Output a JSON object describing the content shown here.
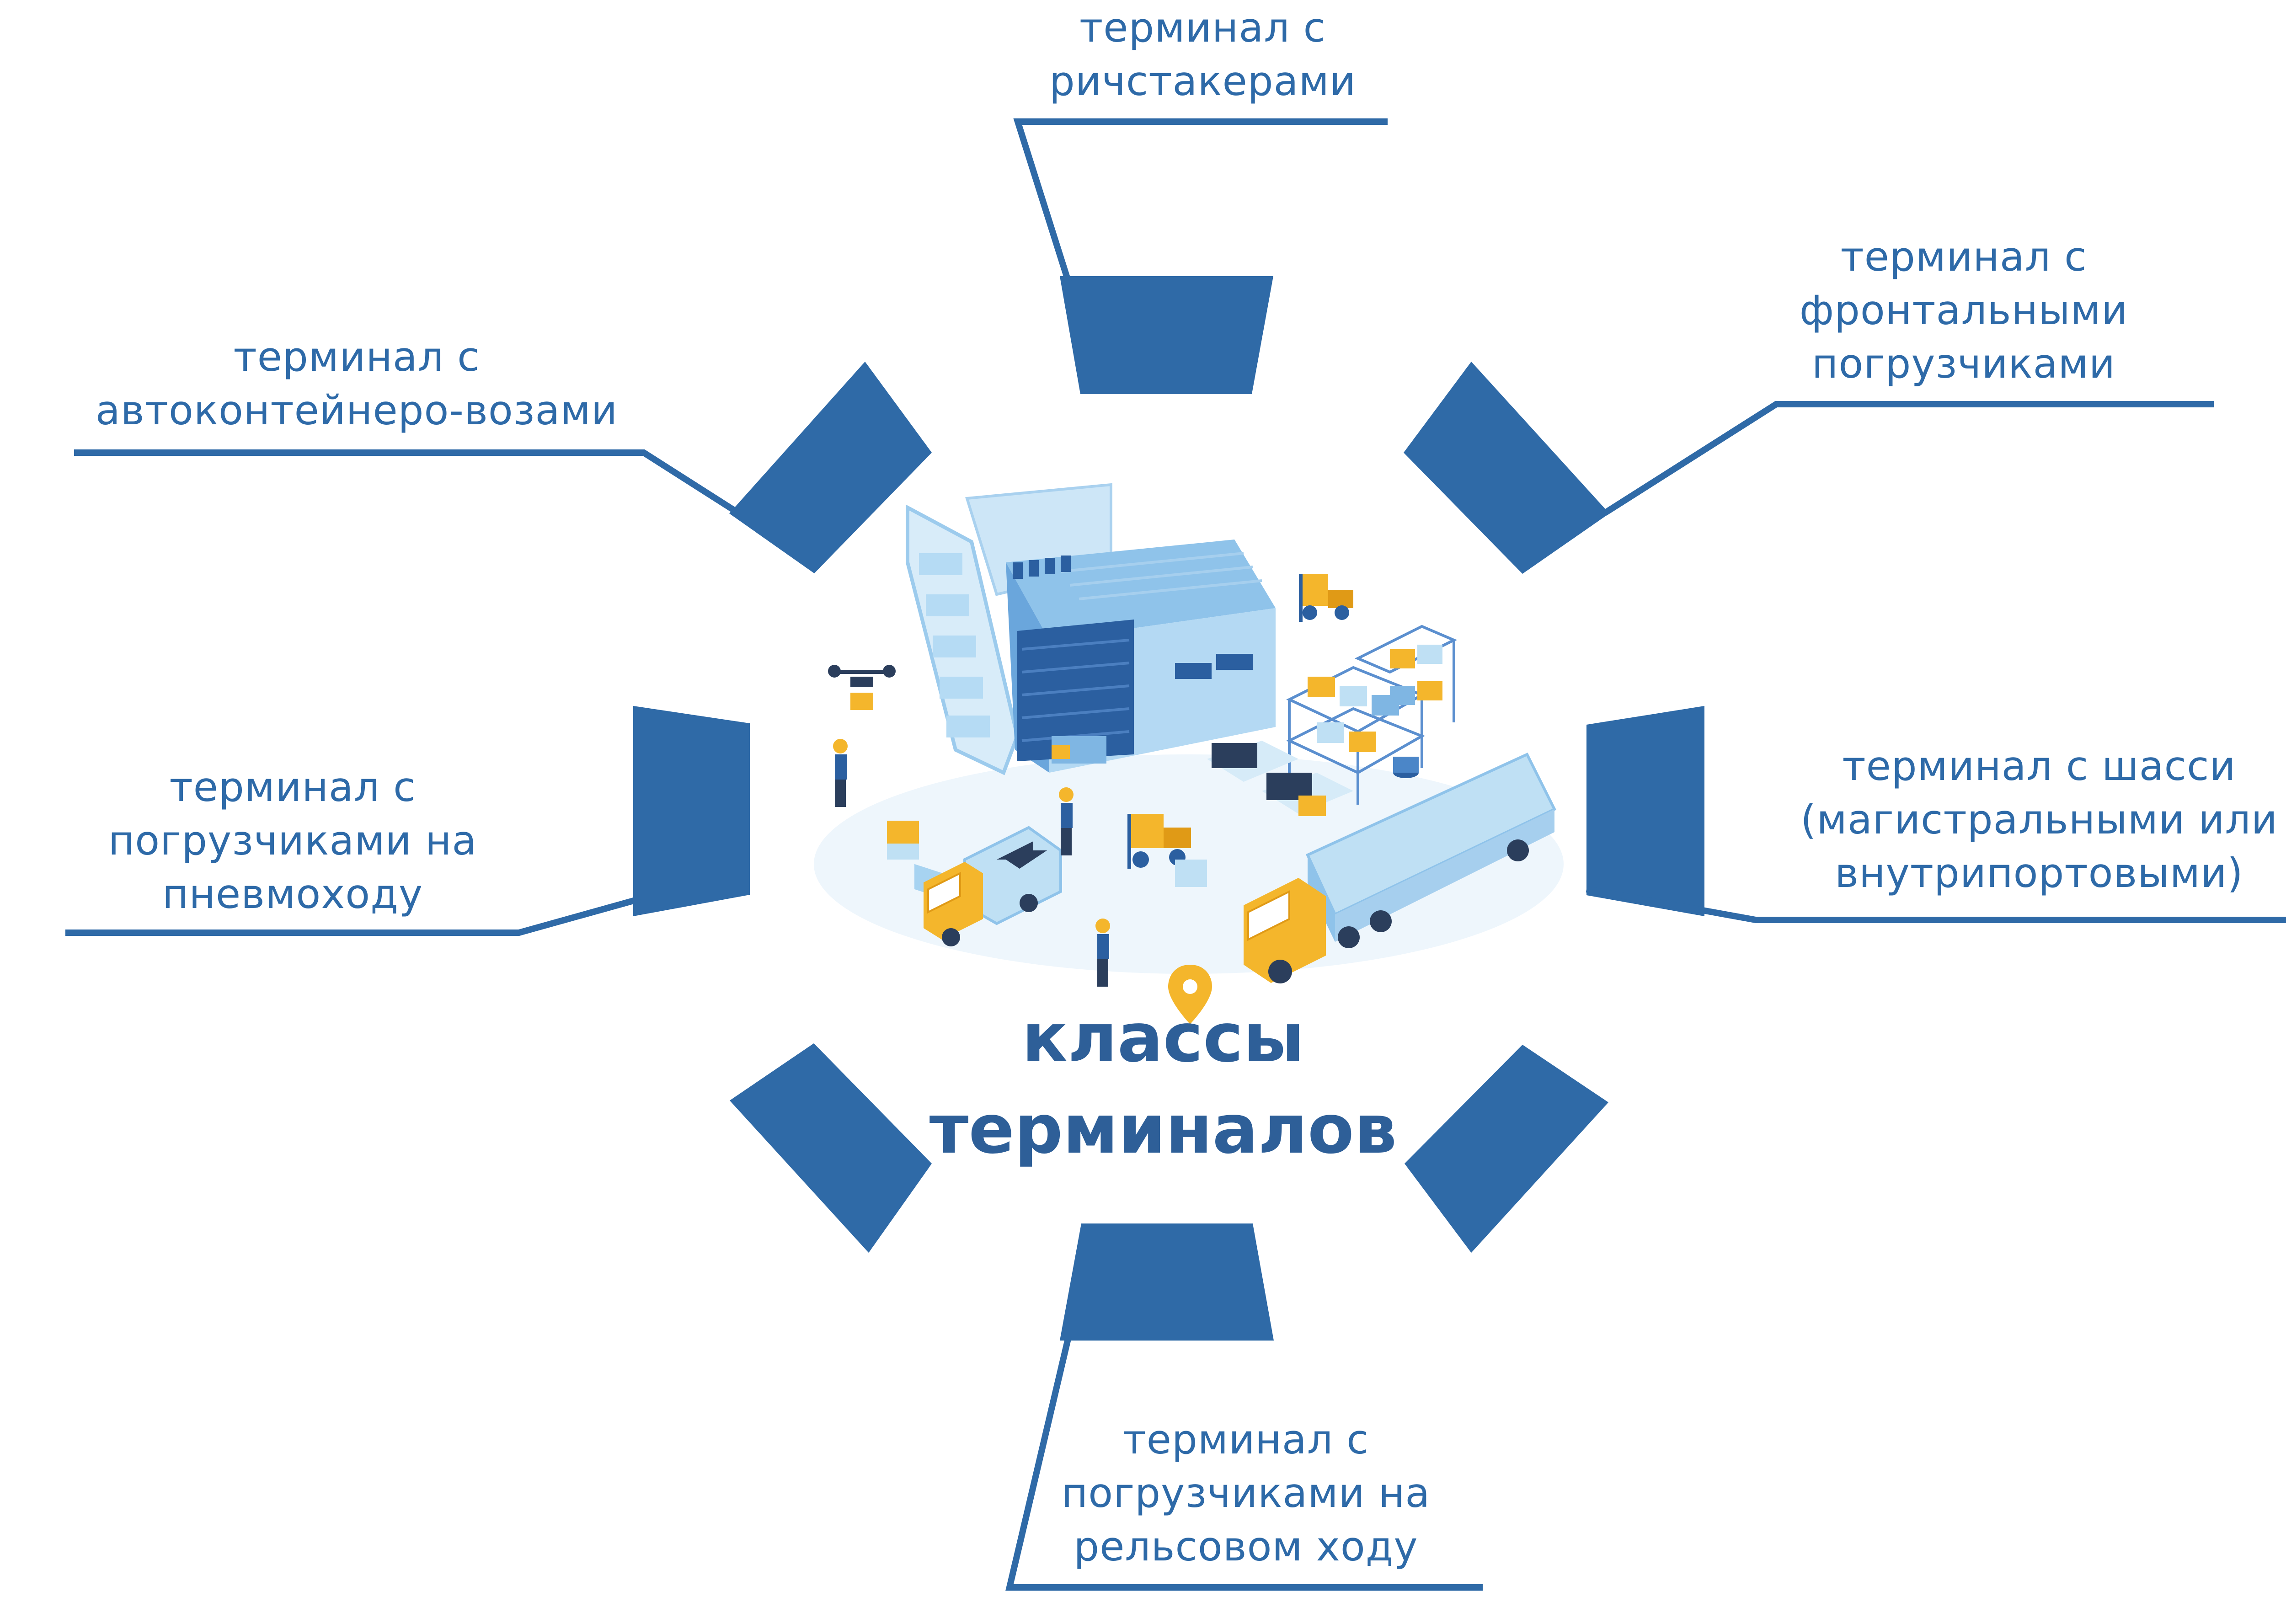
{
  "title": {
    "line1": "классы",
    "line2": "терминалов"
  },
  "labels": {
    "reachstacker": {
      "line1": "терминал с",
      "line2": "ричстакерами"
    },
    "frontloader": {
      "line1": "терминал с",
      "line2": "фронтальными",
      "line3": "погрузчиками"
    },
    "chassis": {
      "line1": "терминал с шасси",
      "line2": "(магистральными или",
      "line3": "внутрипортовыми)"
    },
    "rail": {
      "line1": "терминал с",
      "line2": "погрузчиками на",
      "line3": "рельсовом ходу"
    },
    "pneumatic": {
      "line1": "терминал с",
      "line2": "погрузчиками на",
      "line3": "пневмоходу"
    },
    "truck": {
      "line1": "терминал с",
      "line2": "автоконтейнеро-возами"
    }
  },
  "colors": {
    "segment": "#2f6aa7",
    "leader": "#2f6aa7",
    "text": "#2e6aa8",
    "title": "#2e5f98",
    "yellow": "#f4b62c",
    "light_blue": "#bfe0f4",
    "mid_blue": "#7fb6e3",
    "dark_blue": "#2b5fa0"
  },
  "icons": {
    "center": "logistics-warehouse-illustration",
    "pin": "location-pin-icon"
  }
}
